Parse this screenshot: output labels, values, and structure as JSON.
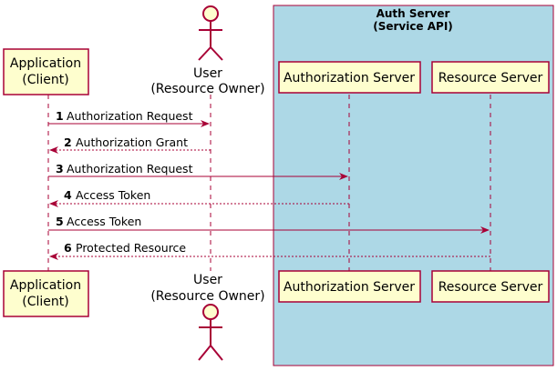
{
  "group": {
    "title_line1": "Auth Server",
    "title_line2": "(Service API)",
    "fill": "#ADD8E6",
    "stroke": "#A80036"
  },
  "participants": {
    "client": {
      "line1": "Application",
      "line2": "(Client)"
    },
    "user": {
      "line1": "User",
      "line2": "(Resource Owner)"
    },
    "authz": {
      "label": "Authorization Server"
    },
    "resource": {
      "label": "Resource Server"
    }
  },
  "messages": [
    {
      "num": "1",
      "text": "Authorization Request",
      "from": "client",
      "to": "user",
      "style": "solid"
    },
    {
      "num": "2",
      "text": "Authorization Grant",
      "from": "user",
      "to": "client",
      "style": "dashed"
    },
    {
      "num": "3",
      "text": "Authorization Request",
      "from": "client",
      "to": "authz",
      "style": "solid"
    },
    {
      "num": "4",
      "text": "Access Token",
      "from": "authz",
      "to": "client",
      "style": "dashed"
    },
    {
      "num": "5",
      "text": "Access Token",
      "from": "client",
      "to": "resource",
      "style": "solid"
    },
    {
      "num": "6",
      "text": "Protected Resource",
      "from": "resource",
      "to": "client",
      "style": "dashed"
    }
  ],
  "colors": {
    "box_fill": "#FEFECE",
    "line": "#A80036",
    "arrow": "#A80036"
  }
}
